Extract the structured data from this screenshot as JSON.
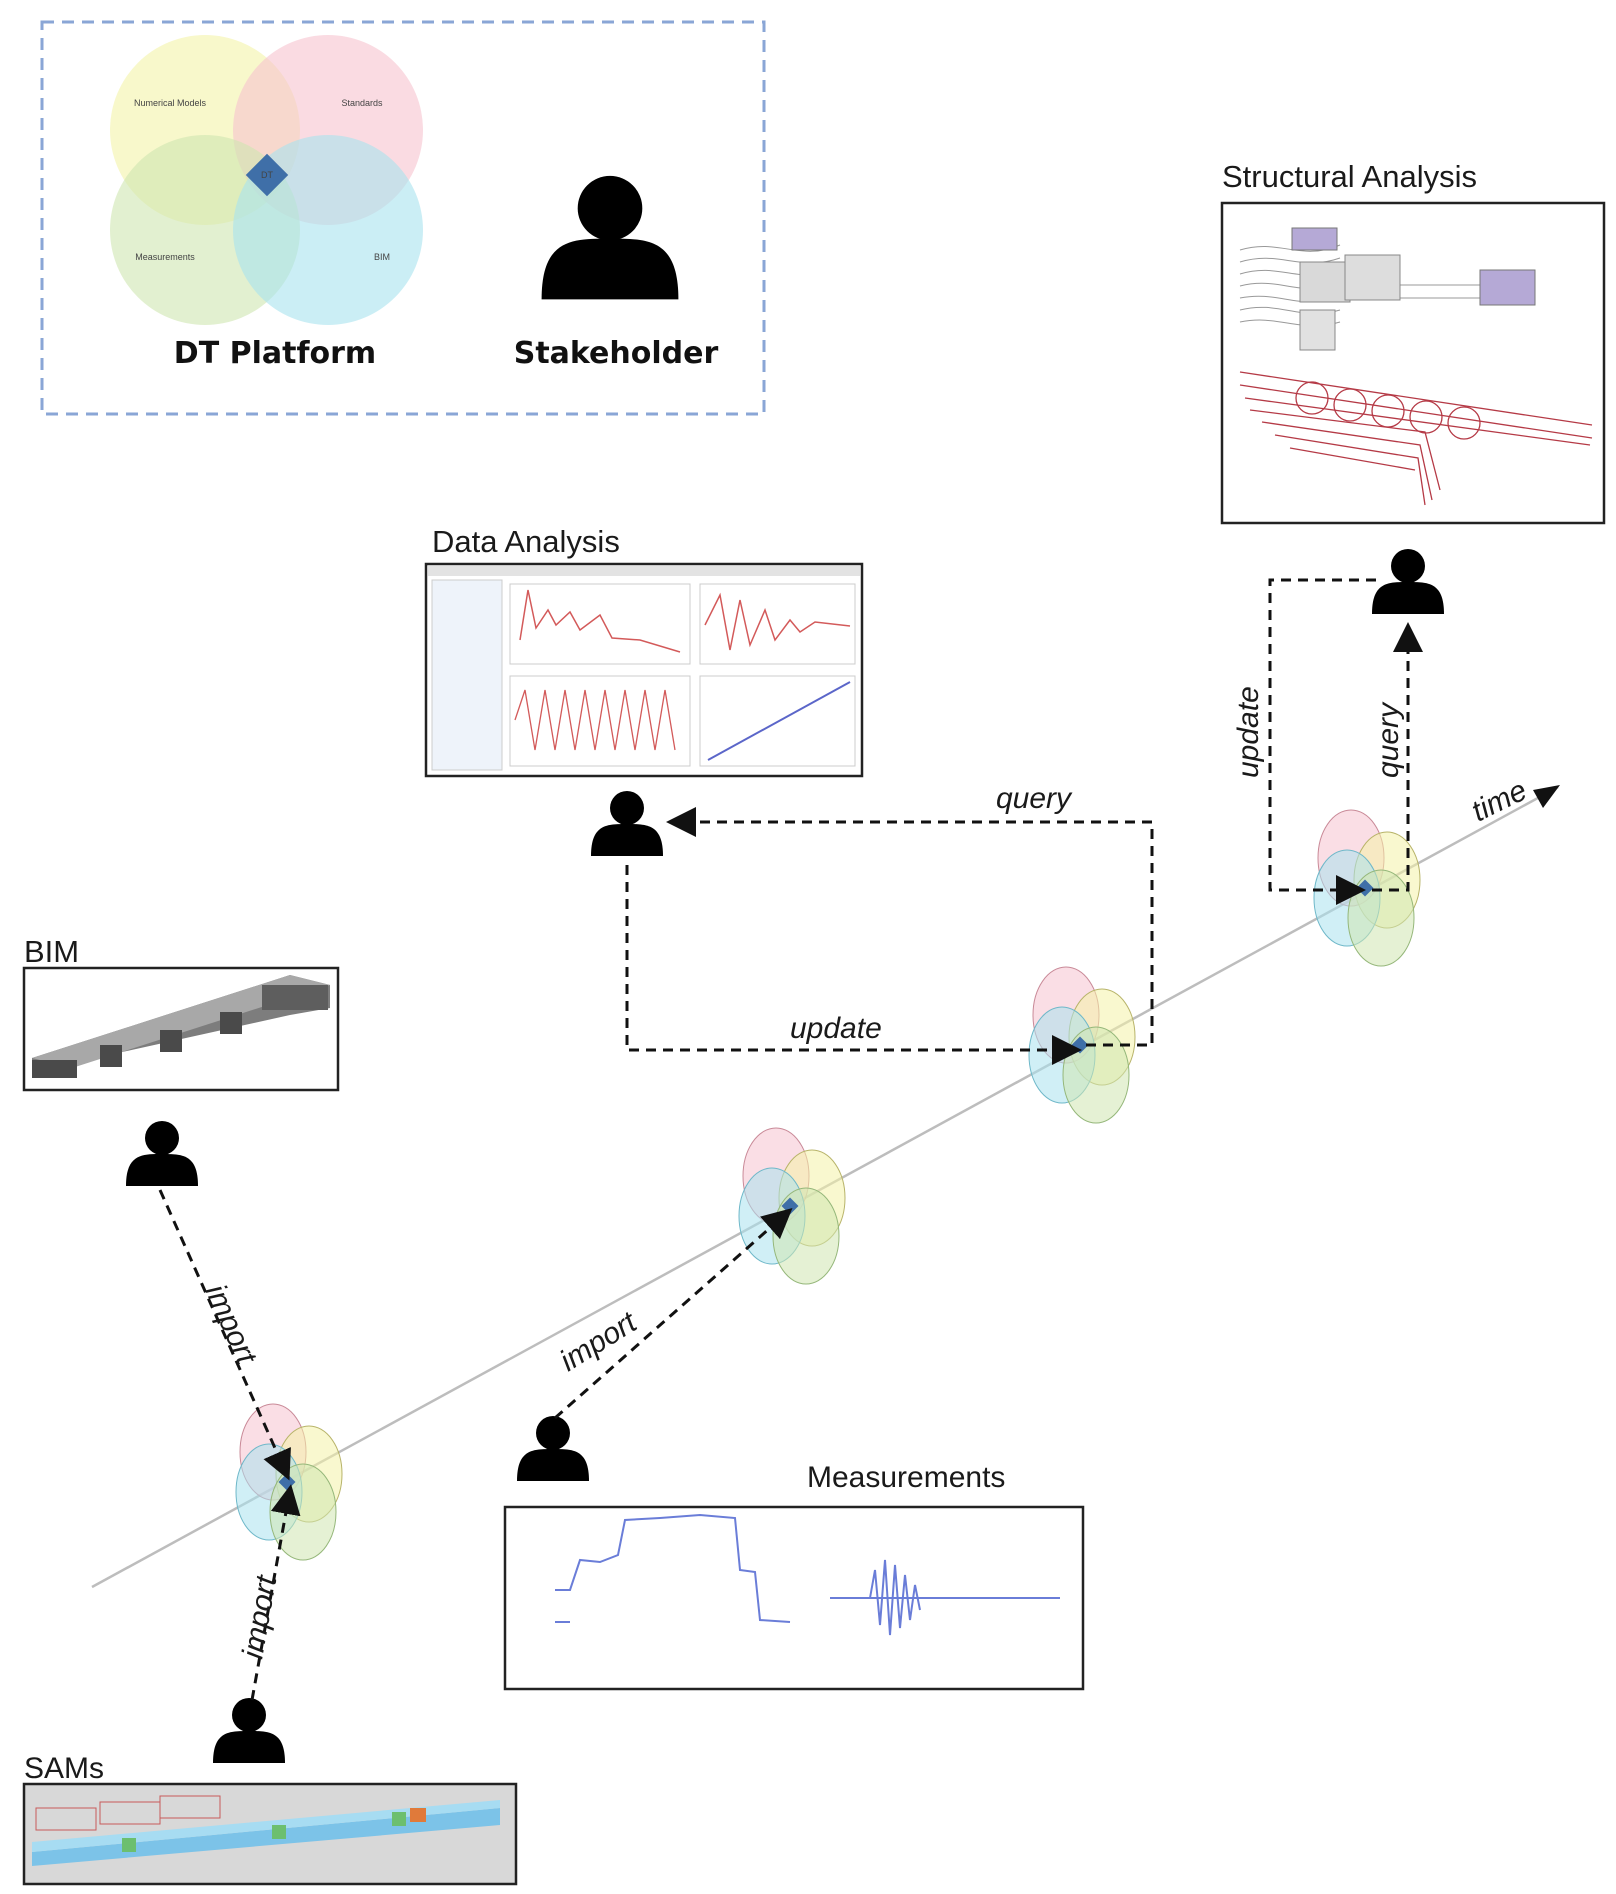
{
  "legend": {
    "numerical_models": "Numerical Models",
    "standards": "Standards",
    "measurements": "Measurements",
    "bim": "BIM",
    "center": "DT",
    "platform_caption": "DT Platform",
    "stakeholder_caption": "Stakeholder"
  },
  "panels": {
    "structural_analysis": "Structural Analysis",
    "data_analysis": "Data Analysis",
    "bim": "BIM",
    "measurements": "Measurements",
    "sams": "SAMs"
  },
  "axis": {
    "label": "time"
  },
  "flows": {
    "import_bim": "import",
    "import_sams": "import",
    "import_measurements": "import",
    "update_data_analysis": "update",
    "query_data_analysis": "query",
    "update_structural": "update",
    "query_structural": "query"
  },
  "colors": {
    "numerical_models": "#f4f3a8",
    "standards": "#f6c3cf",
    "measurements": "#cfe6b1",
    "bim": "#a9e2ef",
    "dt_center": "#3f6fa8",
    "legend_border": "#8aa6d6"
  }
}
